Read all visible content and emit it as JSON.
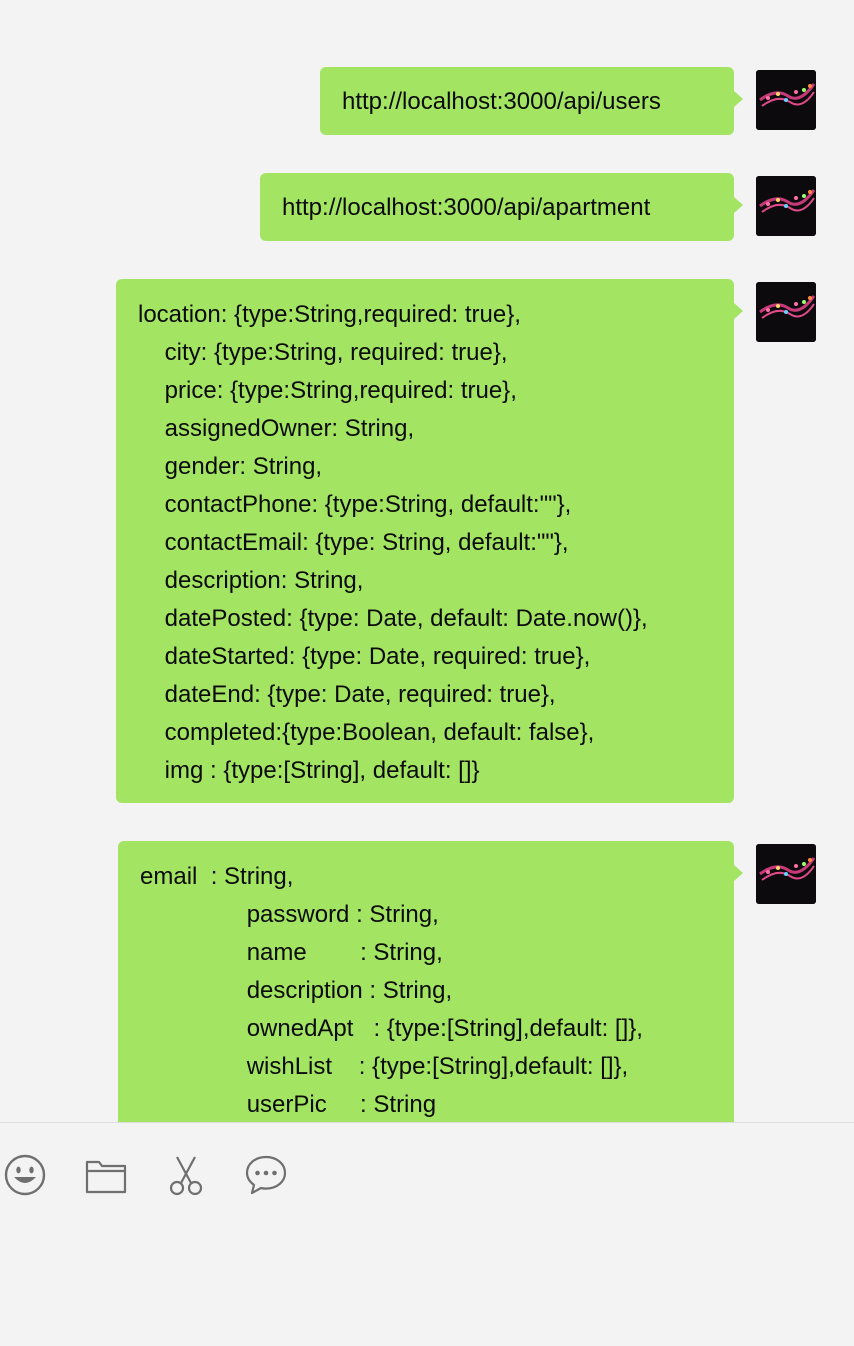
{
  "messages": [
    {
      "lines": [
        "http://localhost:3000/api/users"
      ]
    },
    {
      "lines": [
        "http://localhost:3000/api/apartment"
      ]
    },
    {
      "lines": [
        "location: {type:String,required: true},",
        "    city: {type:String, required: true},",
        "    price: {type:String,required: true},",
        "    assignedOwner: String,",
        "    gender: String,",
        "    contactPhone: {type:String, default:\"\"},",
        "    contactEmail: {type: String, default:\"\"},",
        "    description: String,",
        "    datePosted: {type: Date, default: Date.now()},",
        "    dateStarted: {type: Date, required: true},",
        "    dateEnd: {type: Date, required: true},",
        "    completed:{type:Boolean, default: false},",
        "    img : {type:[String], default: []}"
      ]
    },
    {
      "lines": [
        "email  : String,",
        "                password : String,",
        "                name        : String,",
        "                description : String,",
        "                ownedApt   : {type:[String],default: []},",
        "                wishList    : {type:[String],default: []},",
        "                userPic     : String"
      ]
    }
  ],
  "toolbar": {
    "icons": [
      "emoji-icon",
      "folder-icon",
      "scissors-icon",
      "chat-bubble-icon"
    ]
  },
  "colors": {
    "bubble": "#a3e563",
    "background": "#f3f3f3"
  }
}
